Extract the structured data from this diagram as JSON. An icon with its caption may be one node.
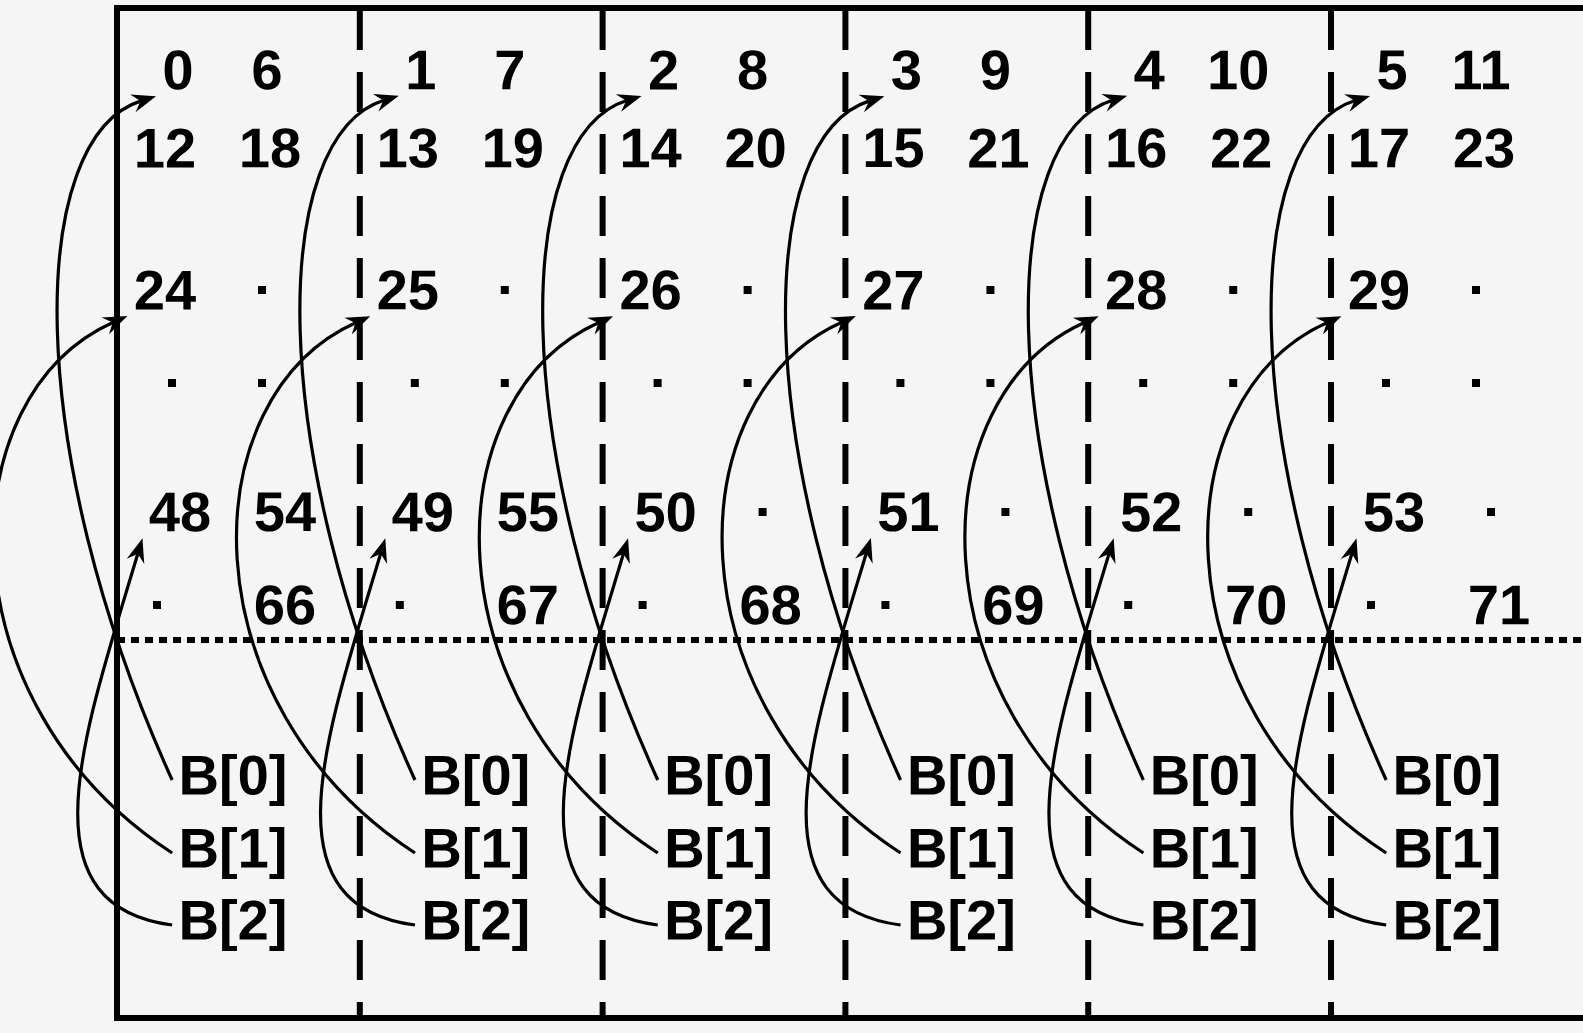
{
  "diagram": {
    "nodes": [
      {
        "text": [
          "0"
        ]
      },
      {
        "text": [
          "1"
        ]
      },
      {
        "text": [
          "2"
        ]
      },
      {
        "text": [
          "3"
        ]
      },
      {
        "text": [
          "4"
        ]
      },
      {
        "text": [
          "5"
        ]
      },
      {
        "text": [
          "24"
        ]
      },
      {
        "text": [
          "25"
        ]
      },
      {
        "text": [
          "26"
        ]
      },
      {
        "text": [
          "27"
        ]
      },
      {
        "text": [
          "28"
        ]
      },
      {
        "text": [
          "29"
        ]
      },
      {
        "text": [
          "48"
        ]
      },
      {
        "text": [
          "49"
        ]
      },
      {
        "text": [
          "50"
        ]
      },
      {
        "text": [
          "51"
        ]
      },
      {
        "text": [
          "52"
        ]
      },
      {
        "text": [
          "53"
        ]
      },
      {
        "text": [
          "B[0]"
        ]
      },
      {
        "text": [
          "B[0]"
        ]
      },
      {
        "text": [
          "B[0]"
        ]
      },
      {
        "text": [
          "B[0]"
        ]
      },
      {
        "text": [
          "B[0]"
        ]
      },
      {
        "text": [
          "B[0]"
        ]
      },
      {
        "text": [
          "B[1]"
        ]
      },
      {
        "text": [
          "B[1]"
        ]
      },
      {
        "text": [
          "B[1]"
        ]
      },
      {
        "text": [
          "B[1]"
        ]
      },
      {
        "text": [
          "B[1]"
        ]
      },
      {
        "text": [
          "B[1]"
        ]
      },
      {
        "text": [
          "B[2]"
        ]
      },
      {
        "text": [
          "B[2]"
        ]
      },
      {
        "text": [
          "B[2]"
        ]
      },
      {
        "text": [
          "B[2]"
        ]
      },
      {
        "text": [
          "B[2]"
        ]
      },
      {
        "text": [
          "B[2]"
        ]
      }
    ],
    "edges": [
      {
        "from": 18,
        "to": 0,
        "arrow": "to"
      },
      {
        "from": 24,
        "to": 6,
        "arrow": "to"
      },
      {
        "from": 30,
        "to": 12,
        "arrow": "to"
      },
      {
        "from": 19,
        "to": 1,
        "arrow": "to"
      },
      {
        "from": 25,
        "to": 7,
        "arrow": "to"
      },
      {
        "from": 31,
        "to": 13,
        "arrow": "to"
      },
      {
        "from": 20,
        "to": 2,
        "arrow": "to"
      },
      {
        "from": 26,
        "to": 8,
        "arrow": "to"
      },
      {
        "from": 32,
        "to": 14,
        "arrow": "to"
      },
      {
        "from": 21,
        "to": 3,
        "arrow": "to"
      },
      {
        "from": 27,
        "to": 9,
        "arrow": "to"
      },
      {
        "from": 33,
        "to": 15,
        "arrow": "to"
      },
      {
        "from": 22,
        "to": 4,
        "arrow": "to"
      },
      {
        "from": 28,
        "to": 10,
        "arrow": "to"
      },
      {
        "from": 34,
        "to": 16,
        "arrow": "to"
      },
      {
        "from": 23,
        "to": 5,
        "arrow": "to"
      },
      {
        "from": 29,
        "to": 11,
        "arrow": "to"
      },
      {
        "from": 35,
        "to": 17,
        "arrow": "to"
      }
    ],
    "labels": [
      "6",
      "7",
      "8",
      "9",
      "10",
      "11",
      "12",
      "18",
      "13",
      "19",
      "14",
      "20",
      "15",
      "21",
      "16",
      "22",
      "17",
      "23",
      "54",
      "55",
      "66",
      "67",
      "68",
      "69",
      "70",
      "71"
    ]
  }
}
